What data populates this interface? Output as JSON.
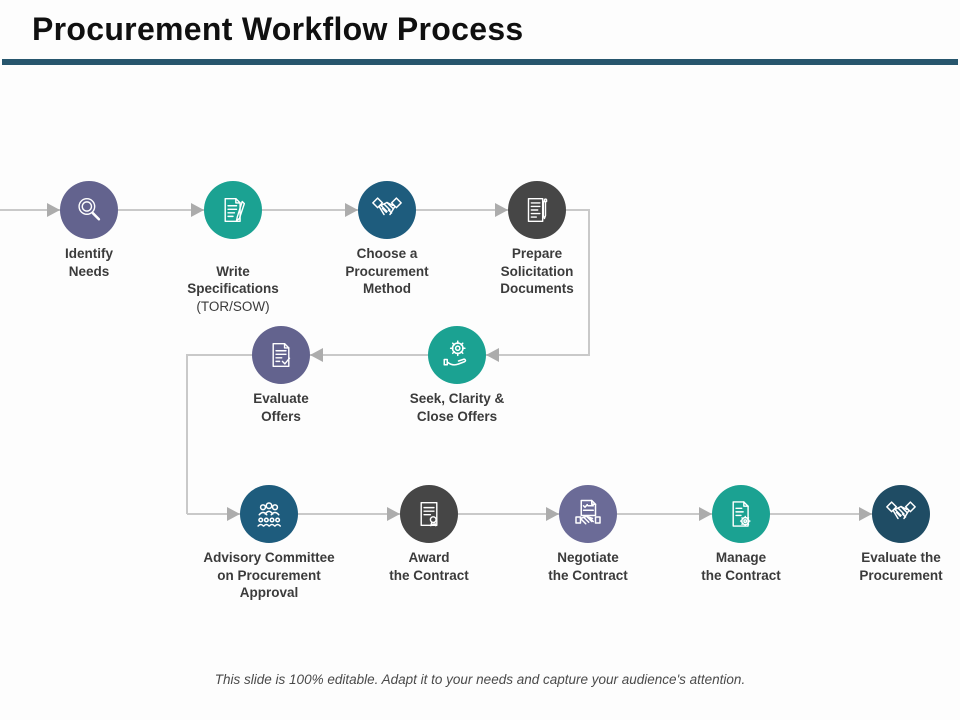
{
  "title": "Procurement Workflow Process",
  "caption": "This slide is 100% editable. Adapt it to your needs and capture your audience's attention.",
  "colors": {
    "underline": "#27566D",
    "line": "#C9C9C9",
    "arrow": "#ACACAC",
    "purple": "#63638E",
    "teal": "#1BA292",
    "blue": "#1E5C7D",
    "gray": "#464646",
    "navy": "#1F4C64"
  },
  "nodes": [
    {
      "id": "identify-needs",
      "label": "Identify\nNeeds",
      "icon": "magnifier-icon",
      "color": "#63638E"
    },
    {
      "id": "write-specifications",
      "label": "Write\nSpecifications",
      "sublabel": "(TOR/SOW)",
      "icon": "document-pencil-icon",
      "color": "#1BA292"
    },
    {
      "id": "choose-procurement-method",
      "label": "Choose a\nProcurement\nMethod",
      "icon": "handshake-icon",
      "color": "#1E5C7D"
    },
    {
      "id": "prepare-solicitation-documents",
      "label": "Prepare\nSolicitation\nDocuments",
      "icon": "document-pen-icon",
      "color": "#464646"
    },
    {
      "id": "evaluate-offers",
      "label": "Evaluate\nOffers",
      "icon": "checklist-document-icon",
      "color": "#63638E"
    },
    {
      "id": "seek-clarity-close-offers",
      "label": "Seek, Clarity &\nClose Offers",
      "icon": "gear-hand-icon",
      "color": "#1BA292"
    },
    {
      "id": "advisory-committee",
      "label": "Advisory Committee\non Procurement\nApproval",
      "icon": "people-group-icon",
      "color": "#1E5C7D"
    },
    {
      "id": "award-contract",
      "label": "Award\nthe Contract",
      "icon": "certificate-icon",
      "color": "#464646"
    },
    {
      "id": "negotiate-contract",
      "label": "Negotiate\nthe Contract",
      "icon": "document-handshake-icon",
      "color": "#6B6B97"
    },
    {
      "id": "manage-contract",
      "label": "Manage\nthe Contract",
      "icon": "document-gear-icon",
      "color": "#1BA292"
    },
    {
      "id": "evaluate-procurement",
      "label": "Evaluate the\nProcurement",
      "icon": "handshake-icon",
      "color": "#1F4C64"
    }
  ]
}
